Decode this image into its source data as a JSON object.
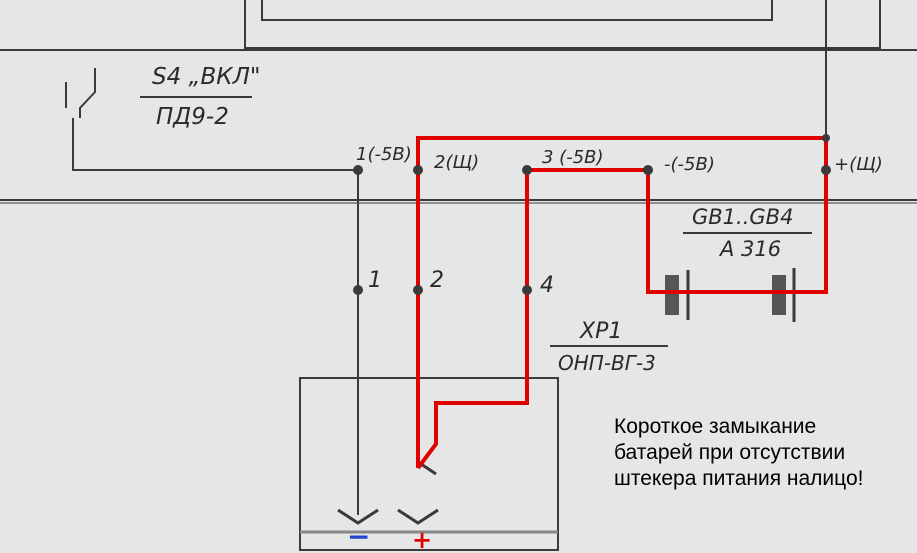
{
  "labels": {
    "switch_name": "S4 „ВКЛ\"",
    "switch_type": "ПД9-2",
    "bus_1": "1(-5В)",
    "bus_2": "2(Щ)",
    "bus_3": "3 (-5В)",
    "bus_minus": "-(-5В)",
    "bus_plus": "+(Щ)",
    "pin_1": "1",
    "pin_2": "2",
    "pin_4": "4",
    "battery_name": "GB1..GB4",
    "battery_type": "A 316",
    "connector_name": "XP1",
    "connector_type": "ОНП-ВГ-3",
    "terminal_minus": "−",
    "terminal_plus": "+"
  },
  "annotation": {
    "line1": "Короткое замыкание",
    "line2": "батарей при отсутствии",
    "line3": "штекера питания налицо!"
  },
  "colors": {
    "paper": "#e6e6e6",
    "ink": "#3a3a3a",
    "highlight": "#e00000",
    "minus_mark": "#2244cc",
    "plus_mark": "#e00000",
    "battery_fill": "#555555"
  }
}
